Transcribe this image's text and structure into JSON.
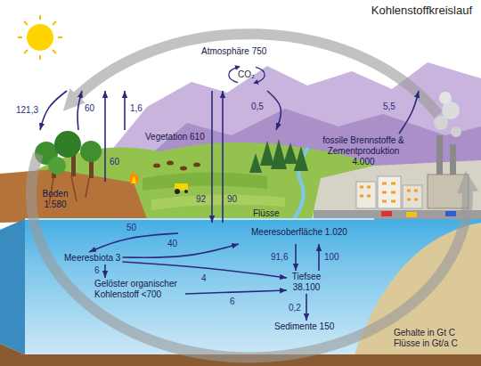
{
  "diagram": {
    "title": "Kohlenstoffkreislauf",
    "nodes": [
      {
        "text": [
          "Atmosphäre 750"
        ]
      },
      {
        "text": [
          "Vegetation 610"
        ]
      },
      {
        "text": [
          "Boden 1.580"
        ]
      },
      {
        "text": [
          "fossile Brennstoffe & Zementproduktion 4.000"
        ]
      },
      {
        "text": [
          "Meeresoberfläche 1.020"
        ]
      },
      {
        "text": [
          "Meeresbiota 3"
        ]
      },
      {
        "text": [
          "Gelöster organischer Kohlenstoff <700"
        ]
      },
      {
        "text": [
          "Tiefsee 38.100"
        ]
      },
      {
        "text": [
          "Sedimente 150"
        ]
      }
    ],
    "edges": [
      {
        "from": 0,
        "to": 1,
        "label": "121,3",
        "arrow": "to"
      },
      {
        "from": 1,
        "to": 0,
        "label": "60",
        "arrow": "to"
      },
      {
        "from": 2,
        "to": 0,
        "label": "60",
        "arrow": "to"
      },
      {
        "from": 1,
        "to": 0,
        "label": "1,6",
        "arrow": "to"
      },
      {
        "from": 0,
        "to": 1,
        "label": "0,5",
        "arrow": "to"
      },
      {
        "from": 3,
        "to": 0,
        "label": "5,5",
        "arrow": "to"
      },
      {
        "from": 0,
        "to": 4,
        "label": "92",
        "arrow": "to"
      },
      {
        "from": 4,
        "to": 0,
        "label": "90",
        "arrow": "to"
      },
      {
        "from": 4,
        "to": 5,
        "label": "50",
        "arrow": "to"
      },
      {
        "from": 5,
        "to": 4,
        "label": "40",
        "arrow": "to"
      },
      {
        "from": 5,
        "to": 6,
        "label": "6",
        "arrow": "to"
      },
      {
        "from": 5,
        "to": 7,
        "label": "4",
        "arrow": "to"
      },
      {
        "from": 6,
        "to": 7,
        "label": "6",
        "arrow": "to"
      },
      {
        "from": 4,
        "to": 7,
        "label": "91,6",
        "arrow": "to"
      },
      {
        "from": 7,
        "to": 4,
        "label": "100",
        "arrow": "to"
      },
      {
        "from": 7,
        "to": 8,
        "label": "0,2",
        "arrow": "to"
      }
    ],
    "labels": [
      "CO₂",
      "Flüsse",
      "Gehalte in Gt C",
      "Flüsse in Gt/a C"
    ]
  }
}
